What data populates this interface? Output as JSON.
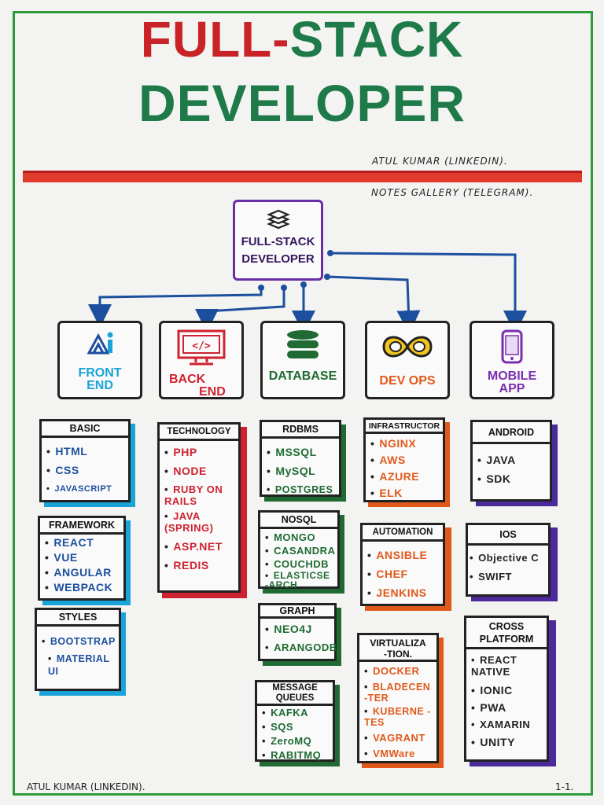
{
  "title": {
    "part1": "FULL",
    "dash": "-",
    "part2": "STACK",
    "line2": "DEVELOPER"
  },
  "credits": {
    "top1": "ATUL KUMAR (LINKEDIN).",
    "top2": "NOTES GALLERY (TELEGRAM).",
    "bottom": "ATUL KUMAR (LINKEDIN).",
    "page": "1-1."
  },
  "root": {
    "line1": "FULL-STACK",
    "line2": "DEVELOPER"
  },
  "categories": [
    {
      "line1": "FRONT",
      "line2": "END",
      "color": "#1aa3d9"
    },
    {
      "line1": "BACK",
      "line2": "END",
      "color": "#cf2230"
    },
    {
      "line1": "DATABASE",
      "line2": "",
      "color": "#1f6b33"
    },
    {
      "line1": "DEV OPS",
      "line2": "",
      "color": "#e0591a"
    },
    {
      "line1": "MOBILE",
      "line2": "APP",
      "color": "#7a2fb0"
    }
  ],
  "frontend": [
    {
      "title": "BASIC",
      "items": [
        "HTML",
        "CSS",
        "JAVASCRIPT"
      ]
    },
    {
      "title": "FRAMEWORK",
      "items": [
        "REACT",
        "VUE",
        "ANGULAR",
        "WEBPACK"
      ]
    },
    {
      "title": "STYLES",
      "items": [
        "BOOTSTRAP",
        "MATERIAL UI"
      ]
    }
  ],
  "backend": [
    {
      "title": "TECHNOLOGY",
      "items": [
        "PHP",
        "NODE",
        "RUBY ON RAILS",
        "JAVA (SPRING)",
        "ASP.NET",
        "REDIS"
      ]
    }
  ],
  "database": [
    {
      "title": "RDBMS",
      "items": [
        "MSSQL",
        "MySQL",
        "POSTGRES"
      ]
    },
    {
      "title": "NOSQL",
      "items": [
        "MONGO",
        "CASANDRA",
        "COUCHDB",
        "ELASTICSE -ARCH"
      ]
    },
    {
      "title": "GRAPH",
      "items": [
        "NEO4J",
        "ARANGODB"
      ]
    },
    {
      "title": "MESSAGE QUEUES",
      "items": [
        "KAFKA",
        "SQS",
        "ZeroMQ",
        "RABITMQ"
      ]
    }
  ],
  "devops": [
    {
      "title": "INFRASTRUCTOR",
      "items": [
        "NGINX",
        "AWS",
        "AZURE",
        "ELK"
      ]
    },
    {
      "title": "AUTOMATION",
      "items": [
        "ANSIBLE",
        "CHEF",
        "JENKINS"
      ]
    },
    {
      "title": "VIRTUALIZA -TION.",
      "items": [
        "DOCKER",
        "BLADECEN -TER",
        "KUBERNE -TES",
        "VAGRANT",
        "VMWare"
      ]
    }
  ],
  "mobile": [
    {
      "title": "ANDROID",
      "items": [
        "JAVA",
        "SDK"
      ]
    },
    {
      "title": "IOS",
      "items": [
        "Objective C",
        "SWIFT"
      ]
    },
    {
      "title": "CROSS PLATFORM",
      "items": [
        "REACT NATIVE",
        "IONIC",
        "PWA",
        "XAMARIN",
        "UNITY"
      ]
    }
  ]
}
